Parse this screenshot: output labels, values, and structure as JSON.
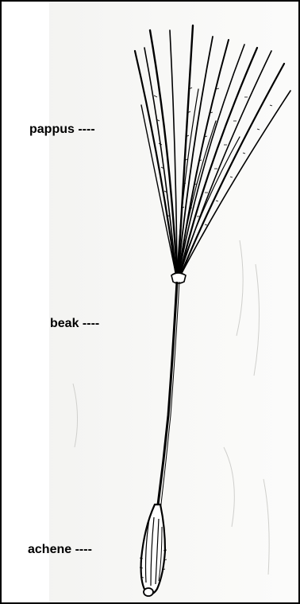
{
  "labels": {
    "pappus": "pappus ----",
    "beak": "beak ----",
    "achene": "achene ----"
  },
  "colors": {
    "ink": "#000000",
    "paper": "#f5f5f3",
    "border": "#000000"
  }
}
